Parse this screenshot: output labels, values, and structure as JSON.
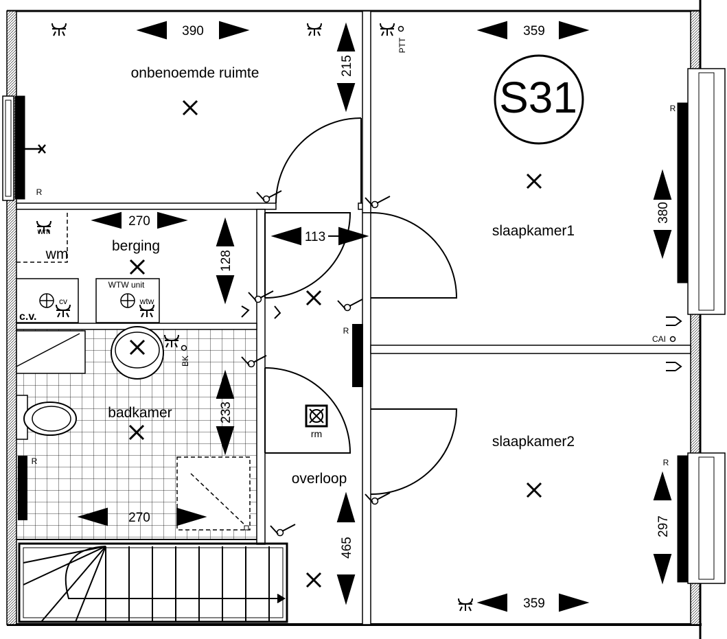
{
  "plan_code": "S31",
  "rooms": {
    "unnamed": "onbenoemde ruimte",
    "storage": "berging",
    "bathroom": "badkamer",
    "landing": "overloop",
    "bedroom1": "slaapkamer1",
    "bedroom2": "slaapkamer2"
  },
  "dimensions": {
    "unnamed_width": "390",
    "unnamed_depth": "215",
    "bedroom1_width": "359",
    "bedroom1_depth": "380",
    "storage_width": "270",
    "storage_depth": "128",
    "landing_width": "113",
    "bathroom_width": "270",
    "bathroom_depth": "233",
    "landing_depth": "465",
    "bedroom2_width": "359",
    "bedroom2_depth": "297"
  },
  "fixtures": {
    "wm_small": "wm",
    "wm": "wm",
    "cv_unit": "c.v.",
    "cv": "cv",
    "wtw_unit": "WTW unit",
    "wtw": "wtw",
    "bk": "BK",
    "rm": "rm",
    "ptt": "PTT",
    "cai": "CAI",
    "radiator": "R"
  },
  "icons": {
    "ceiling_light": "cross-icon",
    "wall_socket": "socket-icon",
    "smoke_detector": "smoke-detector-icon"
  }
}
